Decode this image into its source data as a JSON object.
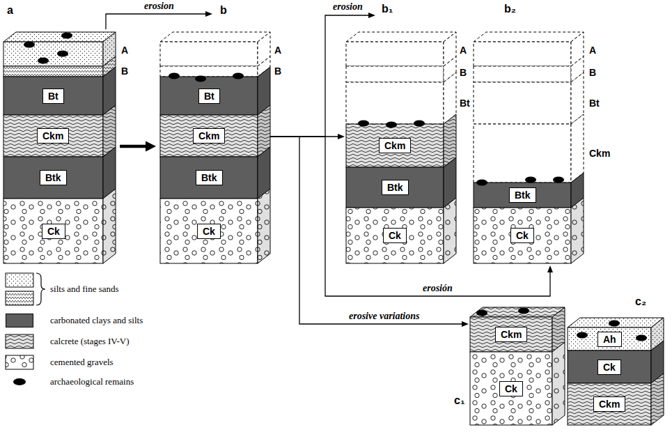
{
  "diagram": {
    "nodes": [
      {
        "text": [
          "a"
        ]
      },
      {
        "text": [
          "Bt"
        ],
        "in": 0
      },
      {
        "text": [
          "Ckm"
        ],
        "in": 0
      },
      {
        "text": [
          "Btk"
        ],
        "in": 0
      },
      {
        "text": [
          "Ck"
        ],
        "in": 0
      },
      {
        "text": [
          "b"
        ]
      },
      {
        "text": [
          "Bt"
        ],
        "in": 5
      },
      {
        "text": [
          "Ckm"
        ],
        "in": 5
      },
      {
        "text": [
          "Btk"
        ],
        "in": 5
      },
      {
        "text": [
          "Ck"
        ],
        "in": 5
      },
      {
        "text": [
          "b₁"
        ]
      },
      {
        "text": [
          "Ckm"
        ],
        "in": 10
      },
      {
        "text": [
          "Btk"
        ],
        "in": 10
      },
      {
        "text": [
          "Ck"
        ],
        "in": 10
      },
      {
        "text": [
          "b₂"
        ]
      },
      {
        "text": [
          "Btk"
        ],
        "in": 14
      },
      {
        "text": [
          "Ck"
        ],
        "in": 14
      },
      {
        "text": [
          "c₁"
        ]
      },
      {
        "text": [
          "Ckm"
        ],
        "in": 17
      },
      {
        "text": [
          "Ck"
        ],
        "in": 17
      },
      {
        "text": [
          "c₂"
        ]
      },
      {
        "text": [
          "Ah"
        ],
        "in": 20
      },
      {
        "text": [
          "Ck"
        ],
        "in": 20
      },
      {
        "text": [
          "Ckm"
        ],
        "in": 20
      }
    ],
    "edges": [
      {
        "from": 0,
        "to": 5,
        "arrow": "to"
      },
      {
        "from": 0,
        "to": 5,
        "label": "erosion",
        "arrow": "to"
      },
      {
        "from": 5,
        "to": 10,
        "arrow": "to"
      },
      {
        "from": 5,
        "to": 14,
        "label": "erosión",
        "arrow": "to"
      },
      {
        "from": 5,
        "to": 17,
        "label": "erosive variations",
        "arrow": "to"
      }
    ],
    "labels": [
      "erosion",
      "A",
      "B",
      "A",
      "B",
      "A",
      "B",
      "Bt",
      "A",
      "B",
      "Bt",
      "Ckm"
    ],
    "legend": [
      {
        "text": "silts and fine sands"
      },
      {
        "text": "carbonated clays and silts",
        "color": "#5e5e5e"
      },
      {
        "text": "calcrete (stages IV-V)"
      },
      {
        "text": "cemented gravels"
      },
      {
        "text": "archaeological remains"
      }
    ]
  }
}
